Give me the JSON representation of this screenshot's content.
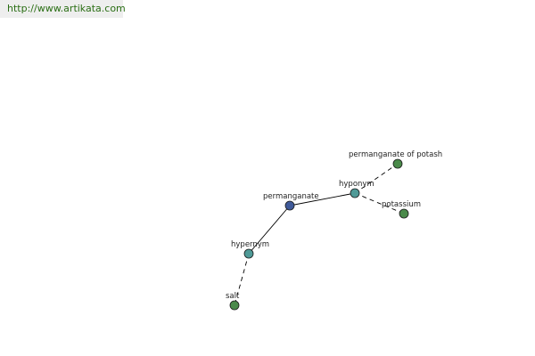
{
  "banner": {
    "url": "http://www.artikata.com"
  },
  "colors": {
    "center": "#3f5a9a",
    "relation": "#4f9a97",
    "leaf": "#4a8a4a",
    "edge": "#000000",
    "banner_text": "#2a6e14"
  },
  "graph": {
    "nodes": [
      {
        "id": "permanganate",
        "label": "permanganate",
        "kind": "center"
      },
      {
        "id": "hyponym",
        "label": "hyponym",
        "kind": "relation"
      },
      {
        "id": "hypernym",
        "label": "hypernym",
        "kind": "relation"
      },
      {
        "id": "permanganate_of_potash",
        "label": "permanganate of potash",
        "kind": "leaf"
      },
      {
        "id": "potassium",
        "label": "potassium",
        "kind": "leaf"
      },
      {
        "id": "salt",
        "label": "salt",
        "kind": "leaf"
      }
    ],
    "edges": [
      {
        "from": "permanganate",
        "to": "hyponym",
        "style": "solid"
      },
      {
        "from": "permanganate",
        "to": "hypernym",
        "style": "solid"
      },
      {
        "from": "hyponym",
        "to": "permanganate_of_potash",
        "style": "dashed"
      },
      {
        "from": "hyponym",
        "to": "potassium",
        "style": "dashed"
      },
      {
        "from": "hypernym",
        "to": "salt",
        "style": "dashed"
      }
    ]
  }
}
